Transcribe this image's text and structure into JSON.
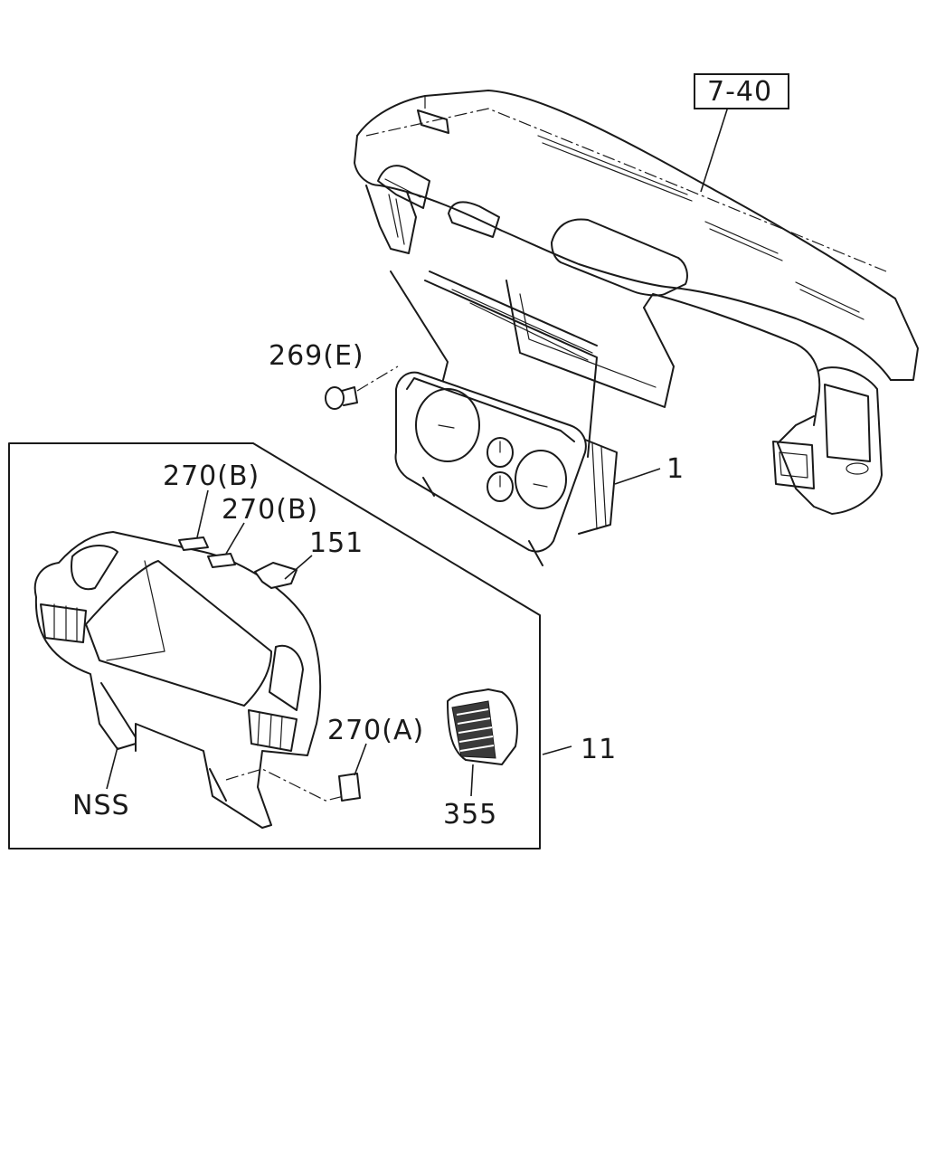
{
  "diagram": {
    "labels": {
      "ref_7_40": "7-40",
      "part_269E": "269(E)",
      "part_1": "1",
      "part_270B_1": "270(B)",
      "part_270B_2": "270(B)",
      "part_151": "151",
      "part_270A": "270(A)",
      "part_11": "11",
      "part_NSS": "NSS",
      "part_355": "355"
    }
  }
}
